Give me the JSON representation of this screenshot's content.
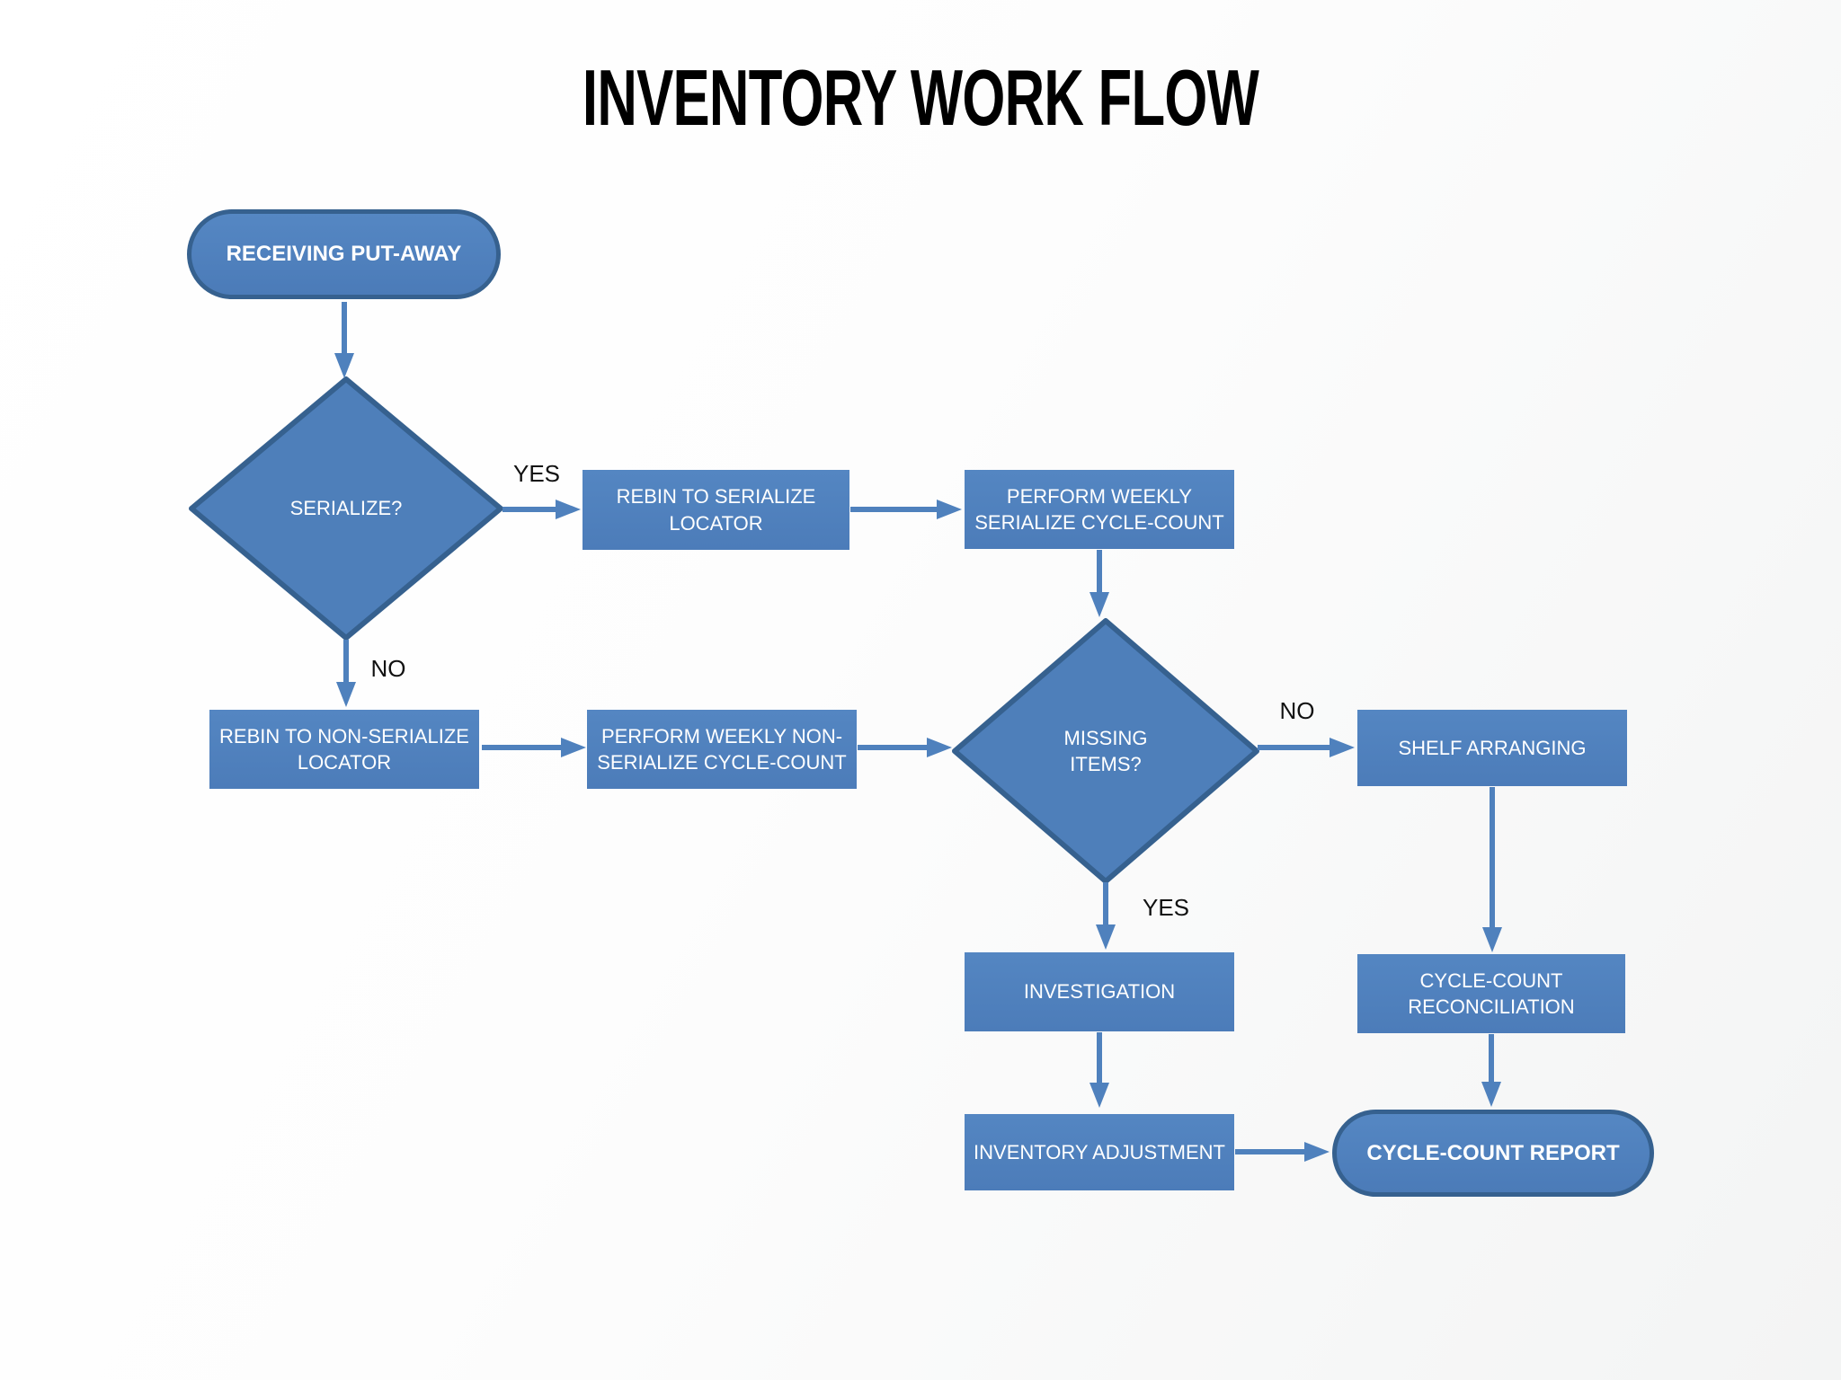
{
  "title": "INVENTORY WORK FLOW",
  "nodes": {
    "receiving_put_away": {
      "label": "RECEIVING PUT-AWAY",
      "shape": "terminator"
    },
    "serialize": {
      "label": "SERIALIZE?",
      "shape": "decision"
    },
    "rebin_to_serialize_locator": {
      "label": "REBIN TO SERIALIZE LOCATOR",
      "shape": "process"
    },
    "perform_weekly_serialize_cycle_count": {
      "label": "PERFORM WEEKLY SERIALIZE CYCLE-COUNT",
      "shape": "process"
    },
    "rebin_to_non_serialize_locator": {
      "label": "REBIN TO NON-SERIALIZE LOCATOR",
      "shape": "process"
    },
    "perform_weekly_non_serialize_cycle_count": {
      "label": "PERFORM WEEKLY NON-SERIALIZE CYCLE-COUNT",
      "shape": "process"
    },
    "missing_items": {
      "label": "MISSING ITEMS?",
      "shape": "decision"
    },
    "shelf_arranging": {
      "label": "SHELF ARRANGING",
      "shape": "process"
    },
    "investigation": {
      "label": "INVESTIGATION",
      "shape": "process"
    },
    "cycle_count_reconciliation": {
      "label": "CYCLE-COUNT RECONCILIATION",
      "shape": "process"
    },
    "inventory_adjustment": {
      "label": "INVENTORY ADJUSTMENT",
      "shape": "process"
    },
    "cycle_count_report": {
      "label": "CYCLE-COUNT REPORT",
      "shape": "terminator"
    }
  },
  "edge_labels": {
    "serialize_yes": "YES",
    "serialize_no": "NO",
    "missing_items_no": "NO",
    "missing_items_yes": "YES"
  },
  "colors": {
    "node_fill": "#4f81bd",
    "node_border": "#36618f",
    "arrow": "#4f81bd",
    "node_text": "#ffffff",
    "edge_label_text": "#111111",
    "title_text": "#000000",
    "background": "#ffffff"
  }
}
